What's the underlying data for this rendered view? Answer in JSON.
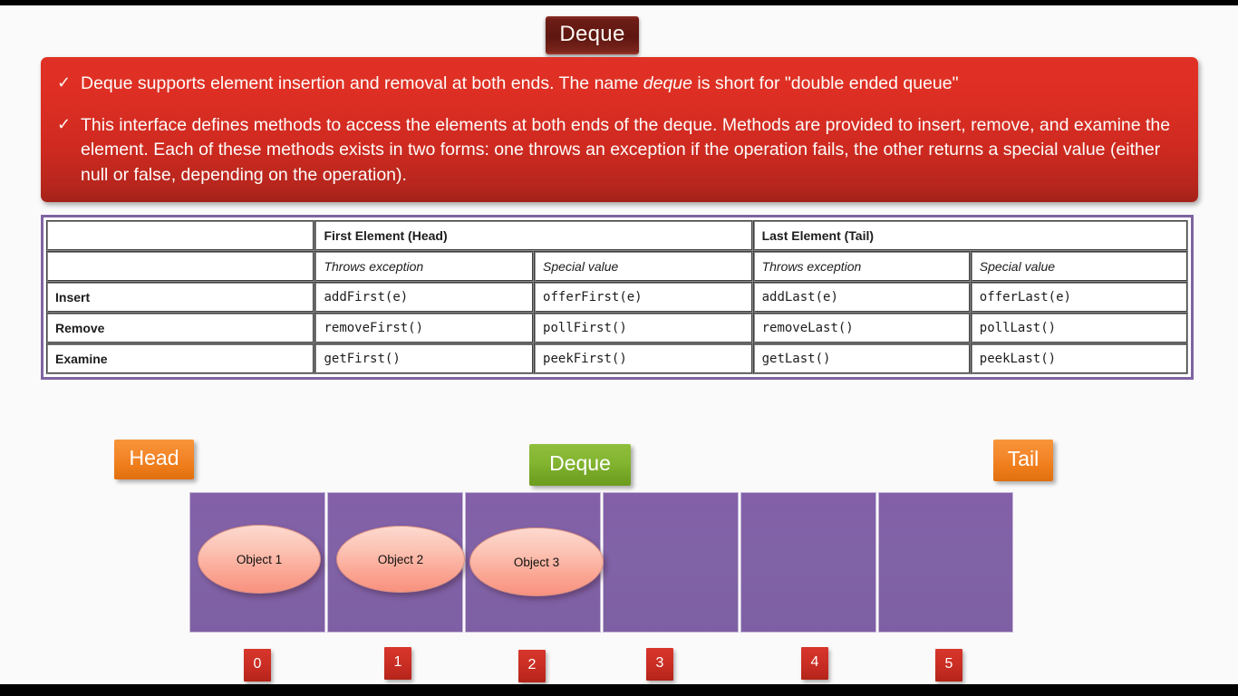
{
  "title_chip": {
    "label": "Deque"
  },
  "banner": {
    "bullet_marker": "✓",
    "bullets": [
      {
        "before": "Deque supports element insertion and removal at both ends. The name ",
        "emphasis": "deque",
        "after": " is short for \"double ended queue\""
      },
      {
        "before": "This interface defines methods to access the elements at both ends of the deque. Methods are provided to insert, remove, and examine the element. Each of these methods exists in two forms: one throws an exception if the operation fails, the other returns a special value (either null or false, depending on the operation).",
        "emphasis": "",
        "after": ""
      }
    ]
  },
  "table": {
    "group_headers": {
      "corner": "",
      "first_element": "First Element (Head)",
      "last_element": "Last Element (Tail)"
    },
    "sub_headers": {
      "corner": "",
      "head_throws": "Throws exception",
      "head_special": "Special value",
      "tail_throws": "Throws exception",
      "tail_special": "Special value"
    },
    "rows": [
      {
        "label": "Insert",
        "head_throws": "addFirst(e)",
        "head_special": "offerFirst(e)",
        "tail_throws": "addLast(e)",
        "tail_special": "offerLast(e)"
      },
      {
        "label": "Remove",
        "head_throws": "removeFirst()",
        "head_special": "pollFirst()",
        "tail_throws": "removeLast()",
        "tail_special": "pollLast()"
      },
      {
        "label": "Examine",
        "head_throws": "getFirst()",
        "head_special": "peekFirst()",
        "tail_throws": "getLast()",
        "tail_special": "peekLast()"
      }
    ]
  },
  "diagram": {
    "head_tag": "Head",
    "deque_tag": "Deque",
    "tail_tag": "Tail",
    "objects": [
      "Object 1",
      "Object 2",
      "Object 3"
    ],
    "indices": [
      "0",
      "1",
      "2",
      "3",
      "4",
      "5"
    ],
    "colors": {
      "cell_purple": "#8062a6",
      "object_pink": "#fba694",
      "tag_orange": "#ed7b18",
      "tag_green": "#83b531",
      "index_red": "#cc2f25",
      "banner_red": "#cf2a20",
      "title_dark_red": "#6d1c16",
      "table_border_purple": "#8064a2"
    }
  }
}
